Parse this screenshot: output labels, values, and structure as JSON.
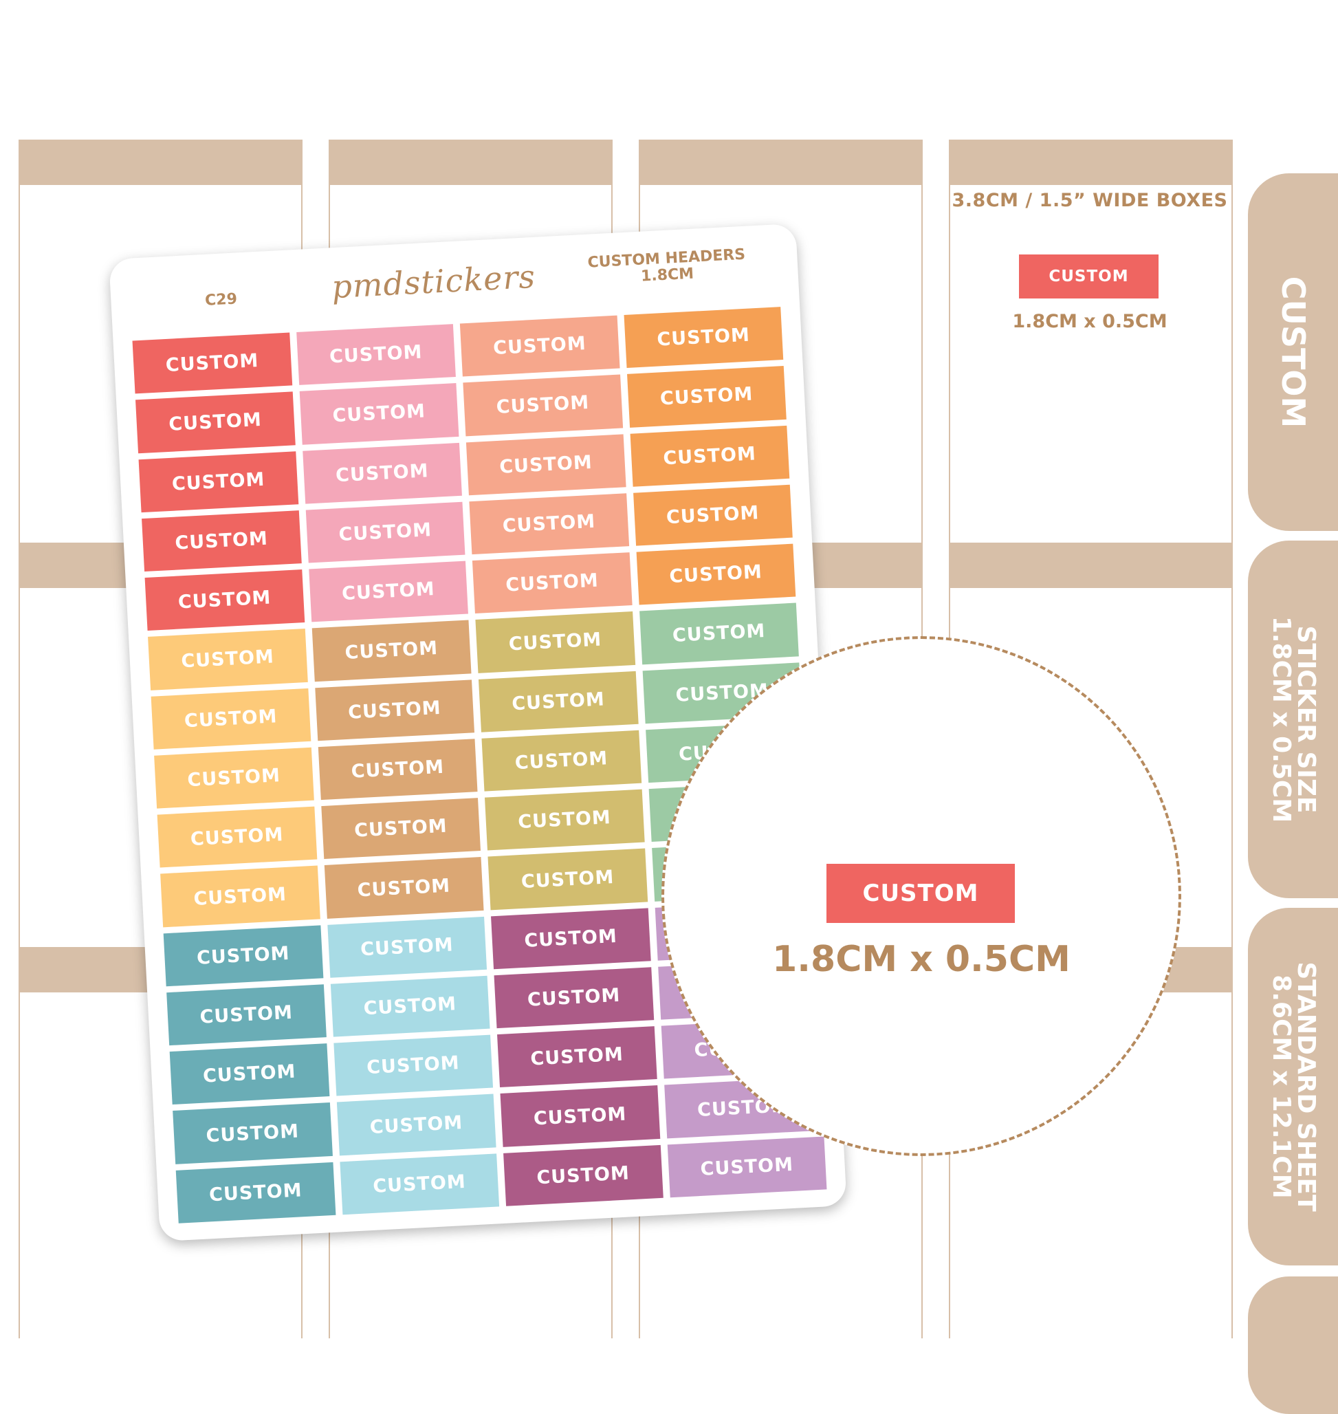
{
  "info_box": {
    "title": "3.8CM / 1.5” WIDE BOXES",
    "sticker_label": "CUSTOM",
    "size": "1.8CM x 0.5CM"
  },
  "sheet": {
    "code": "C29",
    "brand": "pmdstickers",
    "title": "CUSTOM HEADERS 1.8CM",
    "sticker_label": "CUSTOM",
    "columns": [
      {
        "colors": [
          "#ef6561",
          "#ef6561",
          "#ef6561",
          "#ef6561",
          "#ef6561",
          "#fdca79",
          "#fdca79",
          "#fdca79",
          "#fdca79",
          "#fdca79",
          "#6aadb6",
          "#6aadb6",
          "#6aadb6",
          "#6aadb6",
          "#6aadb6"
        ]
      },
      {
        "colors": [
          "#f4a7b9",
          "#f4a7b9",
          "#f4a7b9",
          "#f4a7b9",
          "#f4a7b9",
          "#dba774",
          "#dba774",
          "#dba774",
          "#dba774",
          "#dba774",
          "#a8dbe5",
          "#a8dbe5",
          "#a8dbe5",
          "#a8dbe5",
          "#a8dbe5"
        ]
      },
      {
        "colors": [
          "#f6a78c",
          "#f6a78c",
          "#f6a78c",
          "#f6a78c",
          "#f6a78c",
          "#d2bd6f",
          "#d2bd6f",
          "#d2bd6f",
          "#d2bd6f",
          "#d2bd6f",
          "#ac5b87",
          "#ac5b87",
          "#ac5b87",
          "#ac5b87",
          "#ac5b87"
        ]
      },
      {
        "colors": [
          "#f5a054",
          "#f5a054",
          "#f5a054",
          "#f5a054",
          "#f5a054",
          "#9ccaa4",
          "#9ccaa4",
          "#9ccaa4",
          "#9ccaa4",
          "#9ccaa4",
          "#c59bc9",
          "#c59bc9",
          "#c59bc9",
          "#c59bc9",
          "#c59bc9"
        ]
      }
    ]
  },
  "magnifier": {
    "sticker_label": "CUSTOM",
    "size": "1.8CM x 0.5CM"
  },
  "side_tabs": [
    {
      "line1": "CUSTOM",
      "line2": ""
    },
    {
      "line1": "STICKER SIZE",
      "line2": "1.8CM x 0.5CM"
    },
    {
      "line1": "STANDARD SHEET",
      "line2": "8.6CM x 12.1CM"
    }
  ],
  "colors": {
    "planner_band": "#d7bfa8",
    "accent_text": "#b68a5e",
    "sticker_red": "#ef6561"
  }
}
